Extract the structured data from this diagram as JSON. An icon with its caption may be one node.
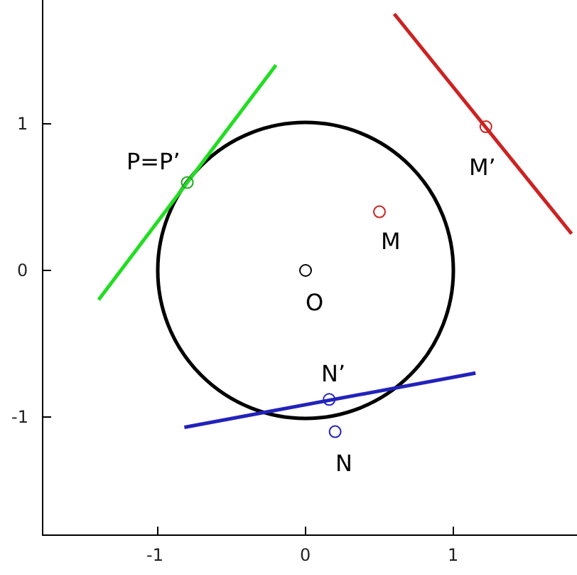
{
  "diagram": {
    "labels": [
      "P=P’",
      "M’",
      "M",
      "O",
      "N’",
      "N",
      "1",
      "0",
      "-1",
      "-1",
      "0",
      "1"
    ]
  }
}
